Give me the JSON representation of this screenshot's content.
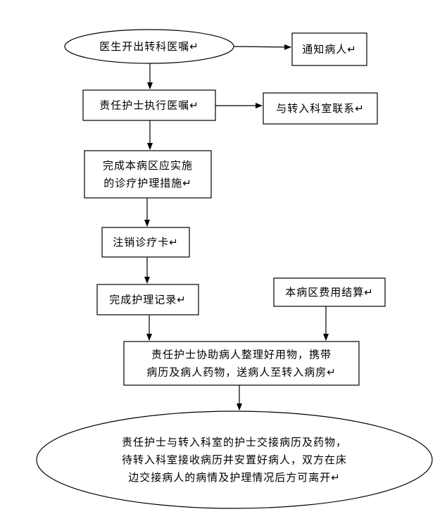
{
  "diagram": {
    "type": "flowchart",
    "nodes": [
      {
        "id": "start",
        "shape": "ellipse",
        "lines": [
          "医生开出转科医嘱↵"
        ]
      },
      {
        "id": "notify",
        "shape": "rect",
        "lines": [
          "通知病人↵"
        ]
      },
      {
        "id": "execute",
        "shape": "rect",
        "lines": [
          "责任护士执行医嘱↵"
        ]
      },
      {
        "id": "contact",
        "shape": "rect",
        "lines": [
          "与转入科室联系↵"
        ]
      },
      {
        "id": "complete-measures",
        "shape": "rect",
        "lines": [
          "完成本病区应实施",
          "的诊疗护理措施↵"
        ]
      },
      {
        "id": "cancel-card",
        "shape": "rect",
        "lines": [
          "注销诊疗卡↵"
        ]
      },
      {
        "id": "nursing-record",
        "shape": "rect",
        "lines": [
          "完成护理记录↵"
        ]
      },
      {
        "id": "settle-fees",
        "shape": "rect",
        "lines": [
          "本病区费用结算↵"
        ]
      },
      {
        "id": "assist-patient",
        "shape": "rect",
        "lines": [
          "责任护士协助病人整理好用物，携带",
          "病历及病人药物，送病人至转入病房↵"
        ]
      },
      {
        "id": "handover",
        "shape": "ellipse",
        "lines": [
          "责任护士与转入科室的护士交接病历及药物，",
          "待转入科室接收病历并安置好病人，双方在床",
          "边交接病人的病情及护理情况后方可离开↵"
        ]
      }
    ],
    "edges": [
      {
        "from": "start",
        "to": "notify"
      },
      {
        "from": "start",
        "to": "execute"
      },
      {
        "from": "execute",
        "to": "contact"
      },
      {
        "from": "execute",
        "to": "complete-measures"
      },
      {
        "from": "complete-measures",
        "to": "cancel-card"
      },
      {
        "from": "cancel-card",
        "to": "nursing-record"
      },
      {
        "from": "nursing-record",
        "to": "assist-patient"
      },
      {
        "from": "settle-fees",
        "to": "assist-patient"
      },
      {
        "from": "assist-patient",
        "to": "handover"
      }
    ]
  }
}
